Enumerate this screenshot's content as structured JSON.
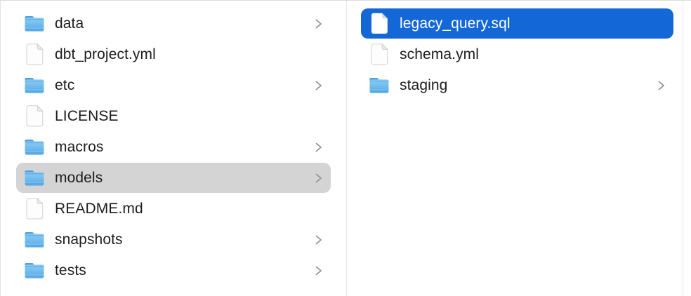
{
  "app": {
    "view": "finder-column-browser"
  },
  "colors": {
    "selection_active": "#1467d6",
    "selection_inactive": "#d4d4d4",
    "text": "#1d1d1f",
    "text_selected": "#ffffff",
    "divider": "#e6e6e6",
    "chevron": "#929292",
    "folder_top": "#8ccdf5",
    "folder_bottom": "#55a9e6",
    "folder_tab": "#4a9fe0",
    "folder_edge": "#3490dc",
    "doc_stroke": "#d0d0d0",
    "doc_fill": "#fdfdfd",
    "doc_fold": "#ececec"
  },
  "columns": {
    "left": {
      "items": [
        {
          "label": "data",
          "type": "folder",
          "chevron": true,
          "selected": "none"
        },
        {
          "label": "dbt_project.yml",
          "type": "file",
          "chevron": false,
          "selected": "none"
        },
        {
          "label": "etc",
          "type": "folder",
          "chevron": true,
          "selected": "none"
        },
        {
          "label": "LICENSE",
          "type": "file",
          "chevron": false,
          "selected": "none"
        },
        {
          "label": "macros",
          "type": "folder",
          "chevron": true,
          "selected": "none"
        },
        {
          "label": "models",
          "type": "folder",
          "chevron": true,
          "selected": "inactive"
        },
        {
          "label": "README.md",
          "type": "file",
          "chevron": false,
          "selected": "none"
        },
        {
          "label": "snapshots",
          "type": "folder",
          "chevron": true,
          "selected": "none"
        },
        {
          "label": "tests",
          "type": "folder",
          "chevron": true,
          "selected": "none"
        }
      ]
    },
    "right": {
      "items": [
        {
          "label": "legacy_query.sql",
          "type": "file",
          "chevron": false,
          "selected": "active"
        },
        {
          "label": "schema.yml",
          "type": "file",
          "chevron": false,
          "selected": "none"
        },
        {
          "label": "staging",
          "type": "folder",
          "chevron": true,
          "selected": "none"
        }
      ]
    }
  }
}
